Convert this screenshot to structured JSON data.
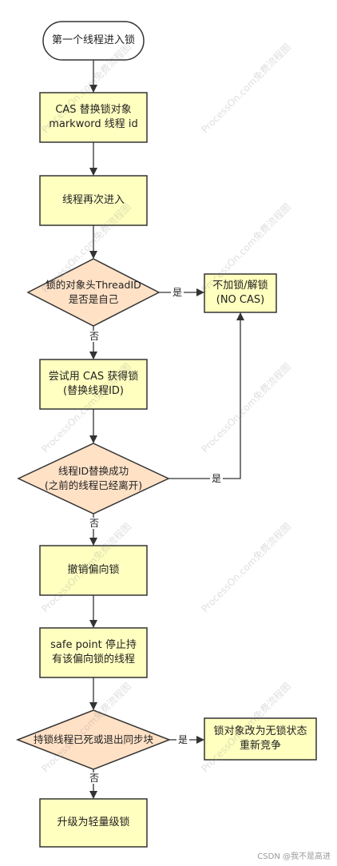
{
  "colors": {
    "process_fill": "#ffffc0",
    "decision_fill": "#ffe1c6",
    "terminal_fill": "#ffffff",
    "stroke": "#333333"
  },
  "nodes": {
    "start": "第一个线程进入锁",
    "cas_replace": "CAS 替换锁对象\nmarkword 线程 id",
    "reenter": "线程再次进入",
    "check_owner": "锁的对象头ThreadID\n是否是自己",
    "no_lock": "不加锁/解锁\n(NO CAS)",
    "try_cas": "尝试用 CAS 获得锁\n(替换线程ID)",
    "replace_ok": "线程ID替换成功\n(之前的线程已经离开)",
    "revoke": "撤销偏向锁",
    "safepoint": "safe point 停止持\n有该偏向锁的线程",
    "holder_dead": "持锁线程已死或退出同步块",
    "unlock_compete": "锁对象改为无锁状态\n重新竞争",
    "upgrade": "升级为轻量级锁"
  },
  "edges": {
    "yes": "是",
    "no": "否"
  },
  "watermark": "ProcessOn.com免费流程图",
  "credit": "CSDN @我不是高进"
}
